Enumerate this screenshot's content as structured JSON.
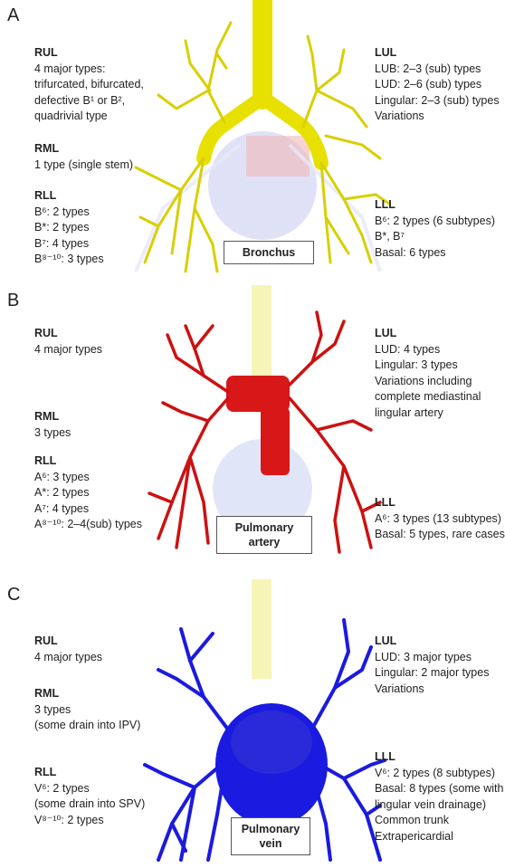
{
  "panels": [
    {
      "label": "A",
      "title": "Bronchus",
      "left": {
        "rul": {
          "head": "RUL",
          "lines": [
            "4 major types:",
            "trifurcated, bifurcated,",
            "defective B¹ or B²,",
            "quadrivial type"
          ]
        },
        "rml": {
          "head": "RML",
          "lines": [
            "1 type (single stem)"
          ]
        },
        "rll": {
          "head": "RLL",
          "lines": [
            "B⁶: 2 types",
            "B*: 2 types",
            "B⁷: 4 types",
            "B⁸⁻¹⁰: 3 types"
          ]
        }
      },
      "right": {
        "lul": {
          "head": "LUL",
          "lines": [
            "LUB: 2–3 (sub) types",
            "LUD: 2–6 (sub) types",
            "Lingular: 2–3 (sub) types",
            "Variations"
          ]
        },
        "lll": {
          "head": "LLL",
          "lines": [
            "B⁶: 2 types (6 subtypes)",
            "B*, B⁷",
            "Basal: 6 types"
          ]
        }
      },
      "color": "#e8e000"
    },
    {
      "label": "B",
      "title_lines": [
        "Pulmonary",
        "artery"
      ],
      "left": {
        "rul": {
          "head": "RUL",
          "lines": [
            "4 major types"
          ]
        },
        "rml": {
          "head": "RML",
          "lines": [
            "3 types"
          ]
        },
        "rll": {
          "head": "RLL",
          "lines": [
            "A⁶: 3 types",
            "A*: 2 types",
            "A⁷: 4 types",
            "A⁸⁻¹⁰: 2–4(sub) types"
          ]
        }
      },
      "right": {
        "lul": {
          "head": "LUL",
          "lines": [
            "LUD: 4 types",
            "Lingular: 3 types",
            "Variations including",
            "complete mediastinal",
            "lingular artery"
          ]
        },
        "lll": {
          "head": "LLL",
          "lines": [
            "A⁶: 3 types (13 subtypes)",
            "Basal: 5 types, rare cases"
          ]
        }
      },
      "color": "#d81818"
    },
    {
      "label": "C",
      "title_lines": [
        "Pulmonary",
        "vein"
      ],
      "left": {
        "rul": {
          "head": "RUL",
          "lines": [
            "4 major types"
          ]
        },
        "rml": {
          "head": "RML",
          "lines": [
            "3 types",
            "(some drain into IPV)"
          ]
        },
        "rll": {
          "head": "RLL",
          "lines": [
            "V⁶: 2 types",
            "(some drain into SPV)",
            "V⁸⁻¹⁰: 2 types"
          ]
        }
      },
      "right": {
        "lul": {
          "head": "LUL",
          "lines": [
            "LUD: 3 major types",
            "Lingular: 2 major types",
            "Variations"
          ]
        },
        "lll": {
          "head": "LLL",
          "lines": [
            "V⁶: 2 types (8 subtypes)",
            "Basal: 8 types (some with",
            "lingular vein drainage)",
            "Common trunk",
            "Extrapericardial"
          ]
        }
      },
      "color": "#1a1ae0"
    }
  ]
}
